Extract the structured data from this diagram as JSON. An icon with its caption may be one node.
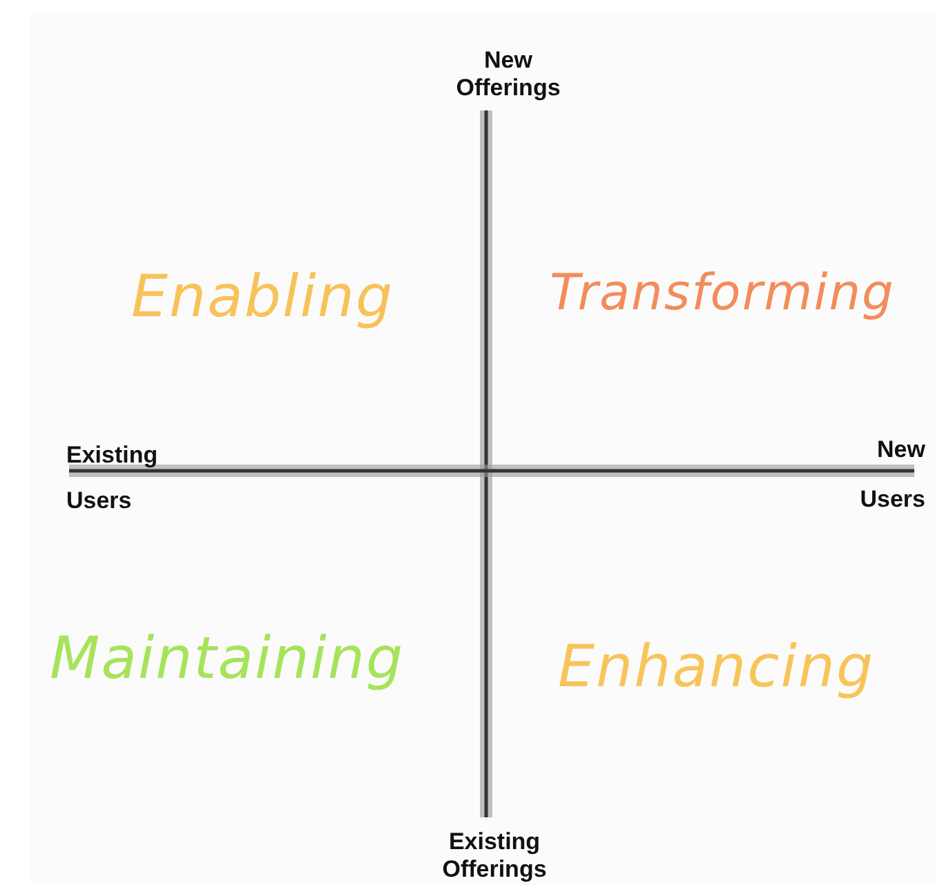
{
  "diagram": {
    "labels": [
      "New Offerings",
      "Enabling",
      "Transforming",
      "Existing Users",
      "New Users",
      "Maintaining",
      "Enhancing",
      "Existing Offerings"
    ]
  }
}
